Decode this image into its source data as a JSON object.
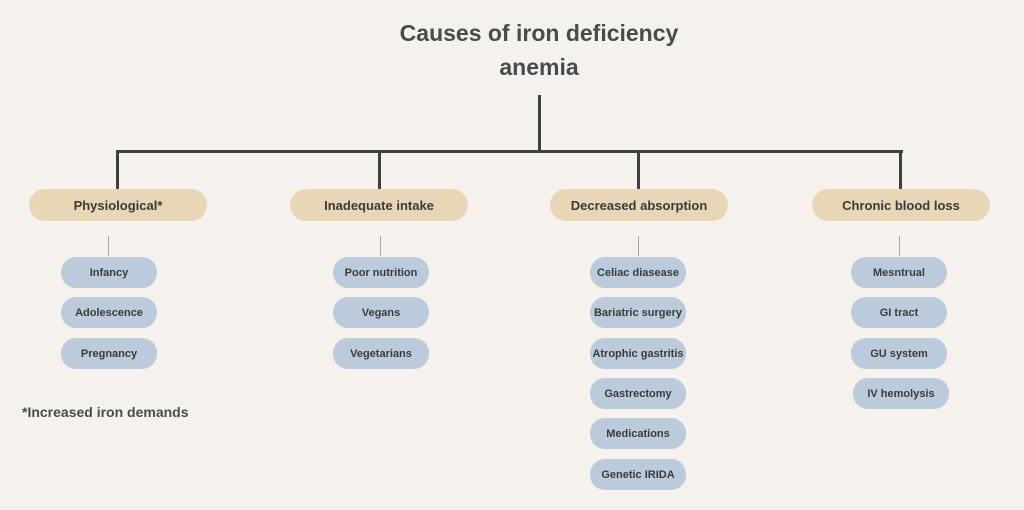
{
  "title": {
    "line1": "Causes of iron deficiency",
    "line2": "anemia"
  },
  "colors": {
    "category_fill": "#e9d6b7",
    "leaf_fill": "#bccbdc",
    "connector": "#3f3f3f",
    "background": "#f5f2ee"
  },
  "categories": [
    {
      "label": "Physiological*",
      "items": [
        "Infancy",
        "Adolescence",
        "Pregnancy"
      ]
    },
    {
      "label": "Inadequate intake",
      "items": [
        "Poor nutrition",
        "Vegans",
        "Vegetarians"
      ]
    },
    {
      "label": "Decreased absorption",
      "items": [
        "Celiac diasease",
        "Bariatric surgery",
        "Atrophic gastritis",
        "Gastrectomy",
        "Medications",
        "Genetic IRIDA"
      ]
    },
    {
      "label": "Chronic blood loss",
      "items": [
        "Mesntrual",
        "GI tract",
        "GU system",
        "IV hemolysis"
      ]
    }
  ],
  "footnote": "*Increased iron demands"
}
